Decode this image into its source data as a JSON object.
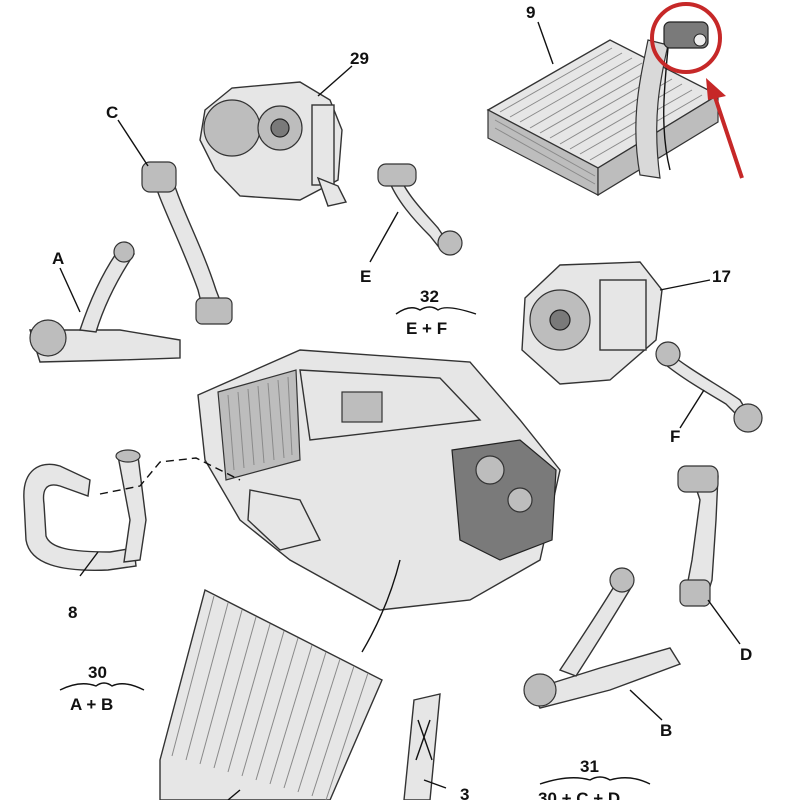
{
  "labels": {
    "l9": "9",
    "l29": "29",
    "lC": "C",
    "lA": "A",
    "lE": "E",
    "l17": "17",
    "lF": "F",
    "l8": "8",
    "lD": "D",
    "lB": "B",
    "l3": "3"
  },
  "groups": {
    "g32": {
      "number": "32",
      "members": "E + F"
    },
    "g30": {
      "number": "30",
      "members": "A + B"
    },
    "g31": {
      "number": "31",
      "members": "30 + C + D"
    }
  },
  "colors": {
    "highlight": "#c62828",
    "line": "#111111",
    "part_fill": "#e6e6e6"
  }
}
